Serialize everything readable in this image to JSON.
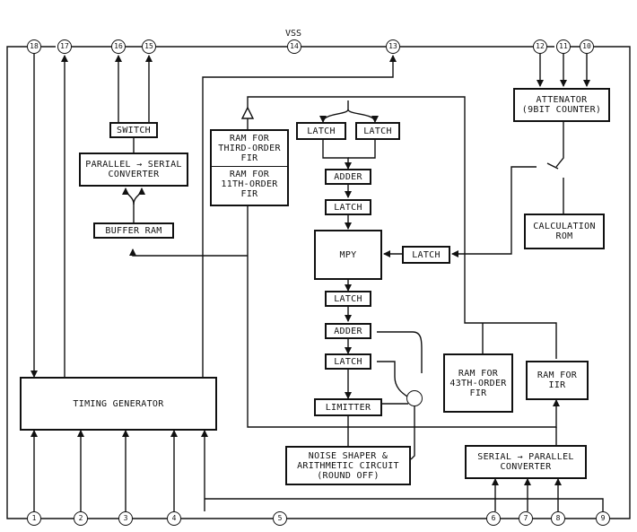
{
  "supply": {
    "vss": "VSS"
  },
  "pins": {
    "p1": "1",
    "p2": "2",
    "p3": "3",
    "p4": "4",
    "p5": "5",
    "p6": "6",
    "p7": "7",
    "p8": "8",
    "p9": "9",
    "p10": "10",
    "p11": "11",
    "p12": "12",
    "p13": "13",
    "p14": "14",
    "p15": "15",
    "p16": "16",
    "p17": "17",
    "p18": "18"
  },
  "blocks": {
    "switch": "SWITCH",
    "ps_converter": [
      "PARALLEL → SERIAL",
      "CONVERTER"
    ],
    "buffer_ram": "BUFFER RAM",
    "ram_third": [
      "RAM FOR",
      "THIRD-ORDER",
      "FIR"
    ],
    "ram_eleventh": [
      "RAM FOR",
      "11TH-ORDER",
      "FIR"
    ],
    "latch_a": "LATCH",
    "latch_b": "LATCH",
    "adder_1": "ADDER",
    "latch_c": "LATCH",
    "mpy": "MPY",
    "latch_mpy": "LATCH",
    "latch_d": "LATCH",
    "adder_2": "ADDER",
    "latch_e": "LATCH",
    "limitter": "LIMITTER",
    "noise_shaper": [
      "NOISE SHAPER &",
      "ARITHMETIC CIRCUIT",
      "(ROUND OFF)"
    ],
    "attenator": [
      "ATTENATOR",
      "(9BIT COUNTER)"
    ],
    "calc_rom": [
      "CALCULATION",
      "ROM"
    ],
    "ram_43": [
      "RAM FOR",
      "43TH-ORDER",
      "FIR"
    ],
    "ram_iir": [
      "RAM FOR",
      "IIR"
    ],
    "sp_converter": [
      "SERIAL → PARALLEL",
      "CONVERTER"
    ],
    "timing_gen": "TIMING GENERATOR"
  }
}
